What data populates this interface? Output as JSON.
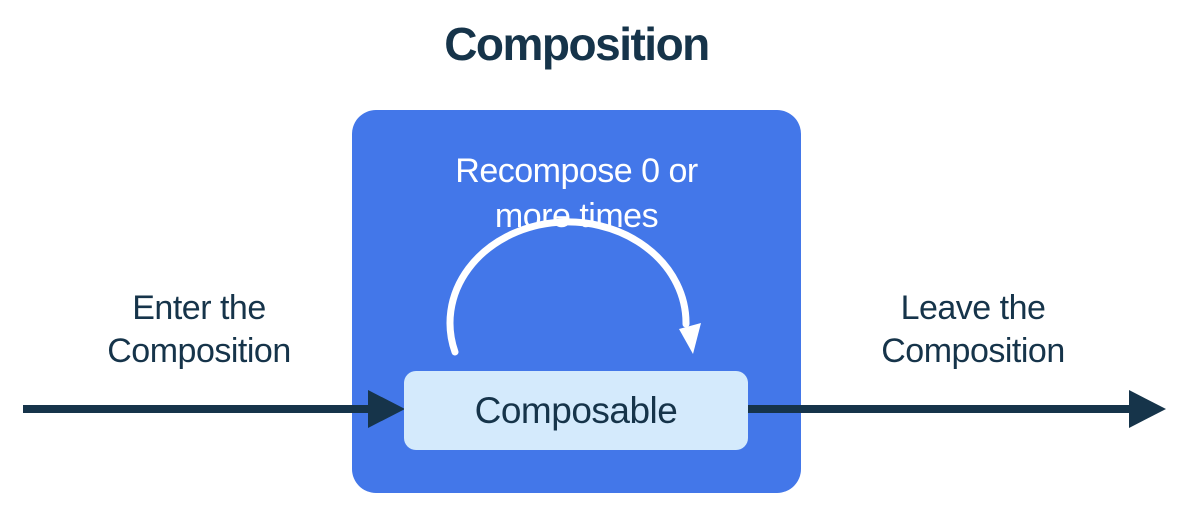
{
  "title": "Composition",
  "labels": {
    "enter": "Enter the\nComposition",
    "leave": "Leave the\nComposition"
  },
  "composition": {
    "recompose_label": "Recompose 0 or\nmore times",
    "composable_label": "Composable"
  },
  "colors": {
    "background": "#ffffff",
    "composition_box_fill": "#4377e9",
    "composable_box_fill": "#d4eafc",
    "dark_text_and_arrows": "#16344a",
    "recompose_text_and_arc": "#ffffff"
  }
}
